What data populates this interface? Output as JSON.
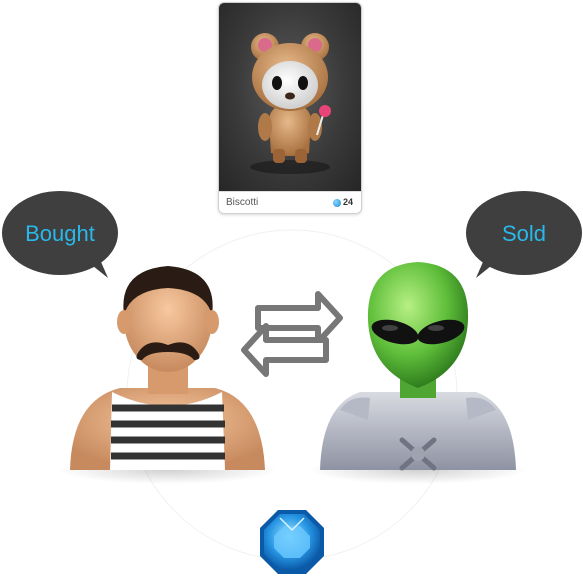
{
  "item": {
    "name": "Biscotti",
    "price": "24"
  },
  "buyer": {
    "label": "Bought"
  },
  "seller": {
    "label": "Sold"
  },
  "icons": {
    "exchange": "swap-arrows-icon",
    "currency": "gem-icon"
  },
  "colors": {
    "label_text": "#29b8ea",
    "bubble": "#3f3f3f",
    "gem": "#1e88d6",
    "arrows": "#777777"
  }
}
